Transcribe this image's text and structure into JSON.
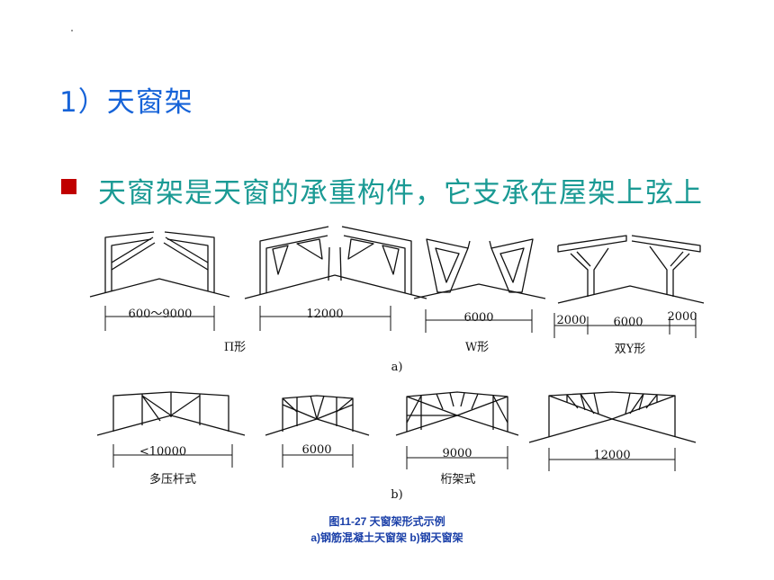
{
  "heading": "1）天窗架",
  "bullet": "天窗架是天窗的承重构件，它支承在屋架上弦上",
  "figure": {
    "row_a": {
      "dims": [
        "600～9000",
        "12000",
        "6000",
        "2000",
        "6000",
        "2000"
      ],
      "names": [
        "Π形",
        "W形",
        "双Y形"
      ],
      "label": "a)"
    },
    "row_b": {
      "dims": [
        "<10000",
        "6000",
        "9000",
        "12000"
      ],
      "names": [
        "多压杆式",
        "桁架式"
      ],
      "label": "b)"
    },
    "caption_line1": "图11-27  天窗架形式示例",
    "caption_line2": "a)钢筋混凝土天窗架  b)钢天窗架"
  },
  "colors": {
    "heading": "#1663d8",
    "bullet_text": "#1a9a94",
    "bullet_square": "#c00000",
    "caption": "#1a3fa8"
  }
}
